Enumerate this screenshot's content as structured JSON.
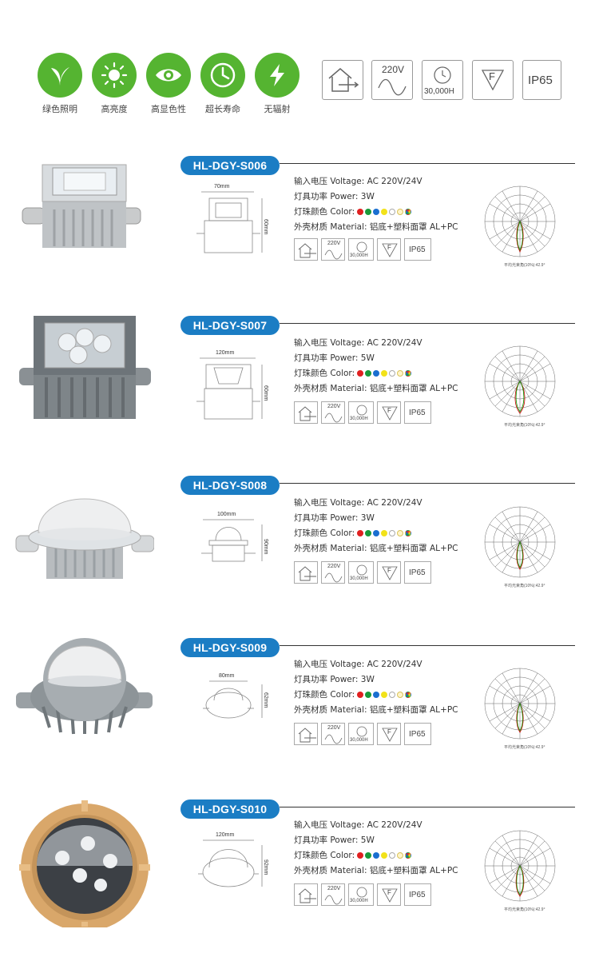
{
  "features": [
    {
      "icon": "leaf-icon",
      "label": "绿色照明"
    },
    {
      "icon": "sun-icon",
      "label": "高亮度"
    },
    {
      "icon": "eye-icon",
      "label": "高显色性"
    },
    {
      "icon": "clock-icon",
      "label": "超长寿命"
    },
    {
      "icon": "lightning-icon",
      "label": "无辐射"
    }
  ],
  "certs": {
    "voltage": "220V",
    "lifetime": "30,000H",
    "f_mark": "F",
    "ip": "IP65"
  },
  "colors": {
    "brand_green": "#55b431",
    "badge_blue": "#1b7dc4",
    "dot_colors": [
      "#e02020",
      "#1a9a3a",
      "#1a6fd0",
      "#f2e21a",
      "#ffffff",
      "#fff4c8",
      "#rgb"
    ]
  },
  "spec_labels": {
    "voltage": "输入电压  Voltage: AC 220V/24V",
    "color": "灯珠颜色  Color:",
    "material": "外壳材质  Material: 铝底+塑料面罩 AL+PC"
  },
  "polar_caption": "平均光束角(10%):42.9°",
  "products": [
    {
      "model": "HL-DGY-S006",
      "power": "灯具功率  Power: 3W",
      "width": "70mm",
      "height": "60mm"
    },
    {
      "model": "HL-DGY-S007",
      "power": "灯具功率  Power: 5W",
      "width": "120mm",
      "height": "60mm"
    },
    {
      "model": "HL-DGY-S008",
      "power": "灯具功率  Power: 3W",
      "width": "100mm",
      "height": "90mm"
    },
    {
      "model": "HL-DGY-S009",
      "power": "灯具功率  Power: 3W",
      "width": "80mm",
      "height": "62mm"
    },
    {
      "model": "HL-DGY-S010",
      "power": "灯具功率  Power: 5W",
      "width": "120mm",
      "height": "92mm"
    }
  ]
}
